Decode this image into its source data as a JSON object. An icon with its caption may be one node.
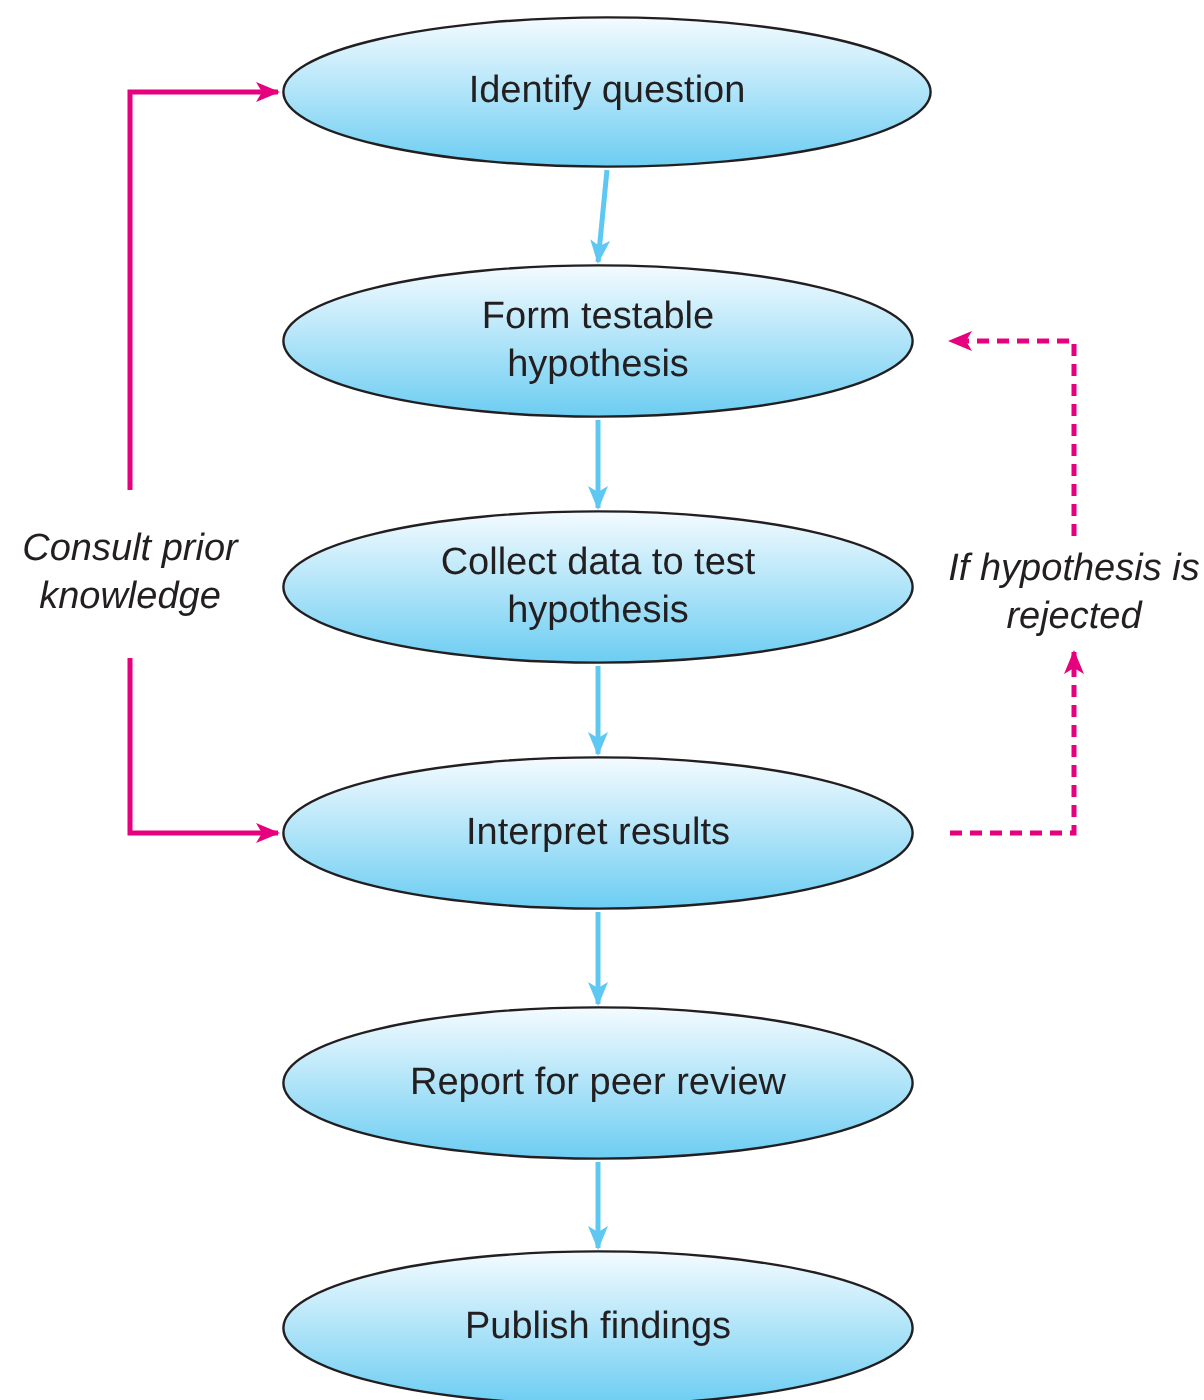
{
  "diagram": {
    "nodes": [
      {
        "text": [
          "Identify question"
        ]
      },
      {
        "text": [
          "Form testable hypothesis"
        ]
      },
      {
        "text": [
          "Collect data to test hypothesis"
        ]
      },
      {
        "text": [
          "Interpret results"
        ]
      },
      {
        "text": [
          "Report for peer review"
        ]
      },
      {
        "text": [
          "Publish findings"
        ]
      },
      {
        "text": [
          "Consult prior knowledge"
        ]
      },
      {
        "text": [
          "If hypothesis is rejected"
        ]
      }
    ],
    "edges": [
      {
        "from": 0,
        "to": 1,
        "arrow": "to"
      },
      {
        "from": 1,
        "to": 2,
        "arrow": "to"
      },
      {
        "from": 2,
        "to": 3,
        "arrow": "to"
      },
      {
        "from": 3,
        "to": 4,
        "arrow": "to"
      },
      {
        "from": 4,
        "to": 5,
        "arrow": "to"
      },
      {
        "from": 6,
        "to": 0,
        "arrow": "to",
        "color": "#e6007e"
      },
      {
        "from": 6,
        "to": 3,
        "arrow": "to",
        "color": "#e6007e"
      },
      {
        "from": 3,
        "to": 7,
        "arrow": "to",
        "style": "dashed",
        "color": "#e6007e"
      },
      {
        "from": 7,
        "to": 1,
        "arrow": "to",
        "style": "dashed",
        "color": "#e6007e"
      }
    ]
  }
}
